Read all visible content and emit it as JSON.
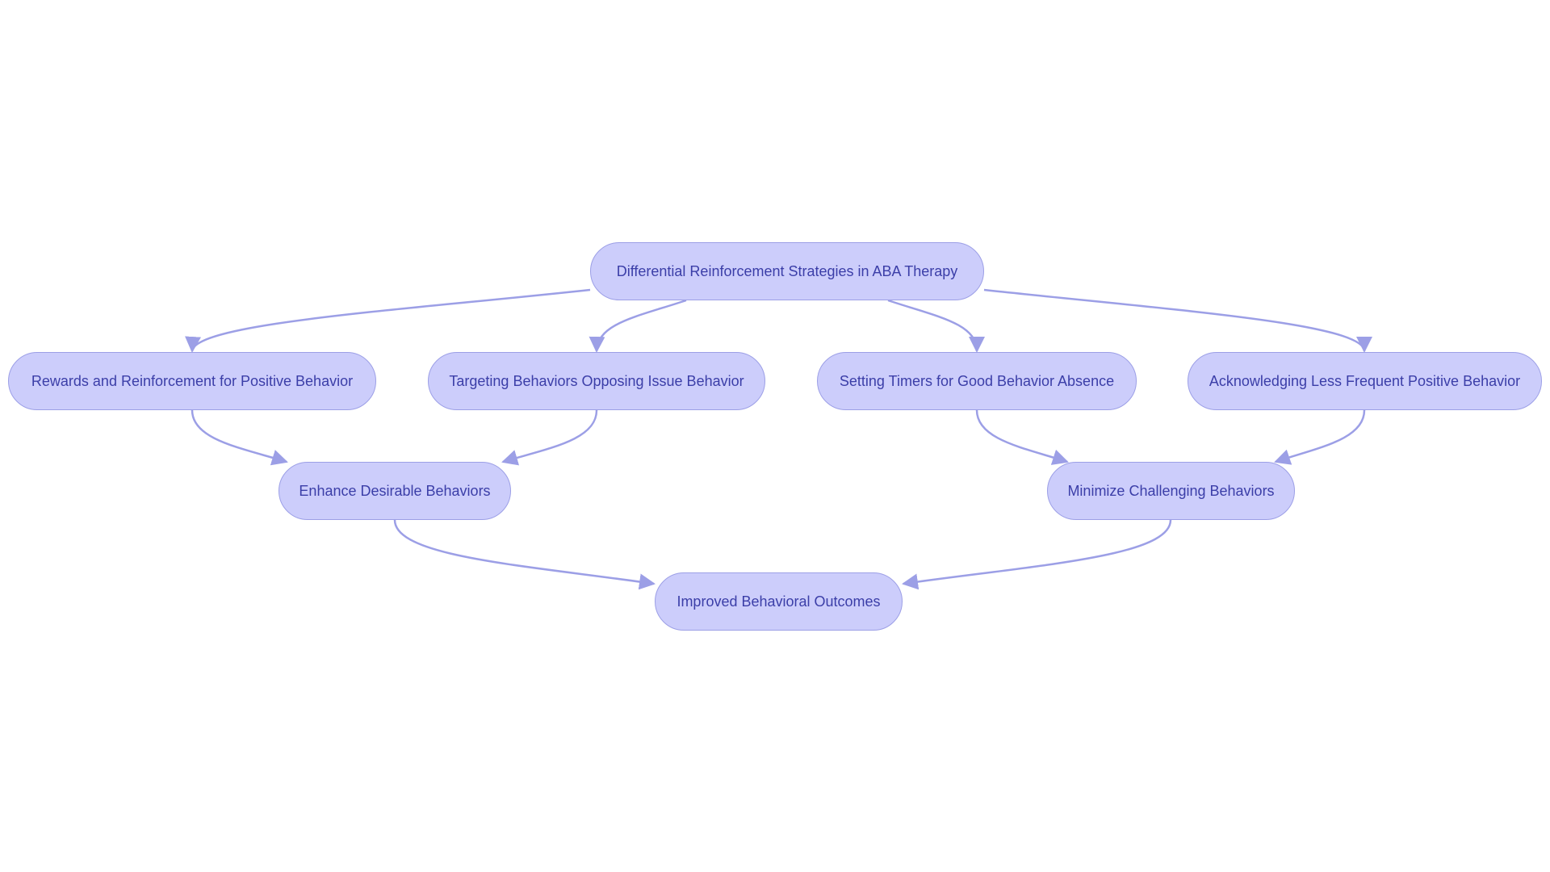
{
  "diagram": {
    "nodes": {
      "root": "Differential Reinforcement Strategies in ABA Therapy",
      "rewards": "Rewards and Reinforcement for Positive Behavior",
      "targeting": "Targeting Behaviors Opposing Issue Behavior",
      "timers": "Setting Timers for Good Behavior Absence",
      "acknowledging": "Acknowledging Less Frequent Positive Behavior",
      "enhance": "Enhance Desirable Behaviors",
      "minimize": "Minimize Challenging Behaviors",
      "outcomes": "Improved Behavioral Outcomes"
    },
    "edges": [
      {
        "from": "root",
        "to": "rewards"
      },
      {
        "from": "root",
        "to": "targeting"
      },
      {
        "from": "root",
        "to": "timers"
      },
      {
        "from": "root",
        "to": "acknowledging"
      },
      {
        "from": "rewards",
        "to": "enhance"
      },
      {
        "from": "targeting",
        "to": "enhance"
      },
      {
        "from": "timers",
        "to": "minimize"
      },
      {
        "from": "acknowledging",
        "to": "minimize"
      },
      {
        "from": "enhance",
        "to": "outcomes"
      },
      {
        "from": "minimize",
        "to": "outcomes"
      }
    ],
    "colors": {
      "node_fill": "#cccdfb",
      "node_border": "#9c9fe6",
      "text": "#3b3ea8",
      "edge": "#9c9fe6"
    }
  }
}
